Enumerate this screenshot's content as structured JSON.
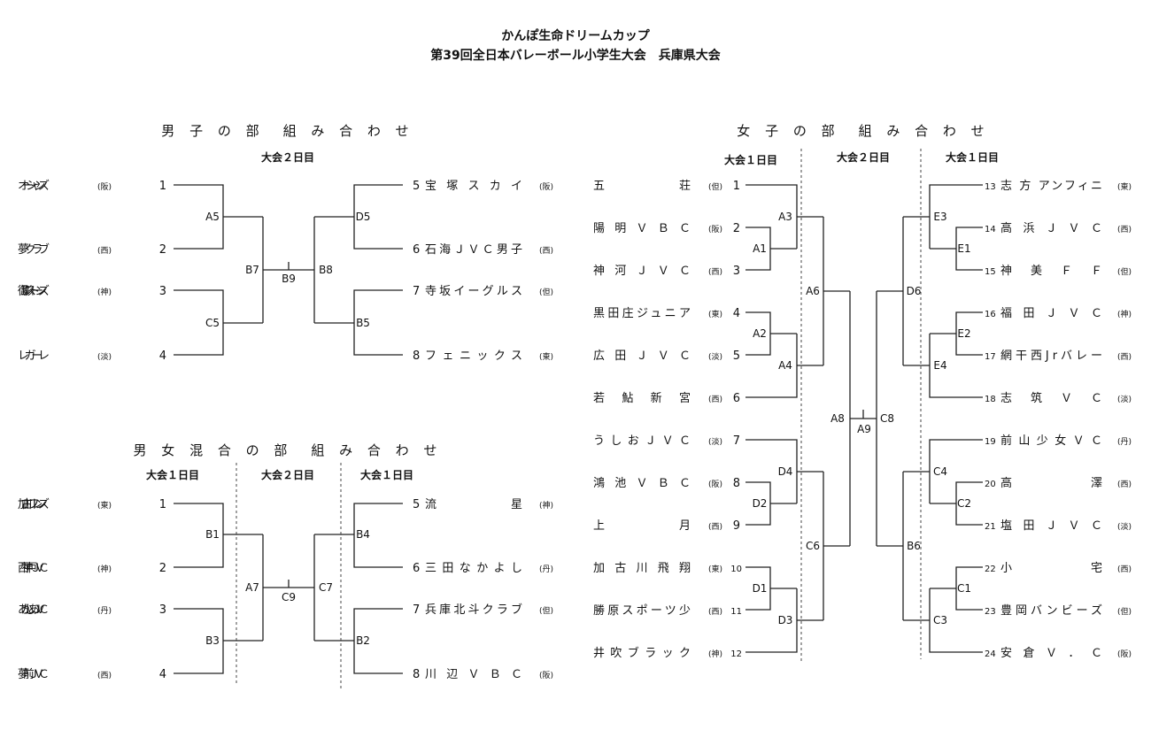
{
  "header": {
    "line1": "かんぽ生命ドリームカップ",
    "line2": "第39回全日本バレーボール小学生大会　兵庫県大会"
  },
  "boys": {
    "title": "男 子 の 部　組 み 合 わ せ",
    "days": [
      "大会２日目"
    ],
    "teams": [
      {
        "seed": "1",
        "name": "オーシャンズ",
        "aff": "(阪)"
      },
      {
        "seed": "2",
        "name": "夢 ク ラ ブ",
        "aff": "(西)"
      },
      {
        "seed": "3",
        "name": "御影ストーンズ",
        "aff": "(神)"
      },
      {
        "seed": "4",
        "name": "レ ガ ー レ",
        "aff": "(淡)"
      },
      {
        "seed": "5",
        "name": "宝 塚 ス カ イ",
        "aff": "(阪)"
      },
      {
        "seed": "6",
        "name": "石海ＪＶＣ男子",
        "aff": "(西)"
      },
      {
        "seed": "7",
        "name": "寺坂イーグルス",
        "aff": "(但)"
      },
      {
        "seed": "8",
        "name": "フェニックス",
        "aff": "(東)"
      }
    ],
    "nodes": [
      "A5",
      "C5",
      "B7",
      "B9",
      "B8",
      "D5",
      "B5"
    ]
  },
  "mixed": {
    "title": "男 女 混 合 の 部　組 み 合 わ せ",
    "days": [
      "大会１日目",
      "大会２日目",
      "大会１日目"
    ],
    "teams": [
      {
        "seed": "1",
        "name": "加古川フレンズ",
        "aff": "(東)"
      },
      {
        "seed": "2",
        "name": "西 神 戸 Ｊ Ｖ Ｃ",
        "aff": "(神)"
      },
      {
        "seed": "3",
        "name": "あかしあＪＶＣ",
        "aff": "(丹)"
      },
      {
        "seed": "4",
        "name": "夢 前 Ｊ Ｖ Ｃ",
        "aff": "(西)"
      },
      {
        "seed": "5",
        "name": "流　　　　星",
        "aff": "(神)"
      },
      {
        "seed": "6",
        "name": "三 田 な か よ し",
        "aff": "(丹)"
      },
      {
        "seed": "7",
        "name": "兵庫北斗クラブ",
        "aff": "(但)"
      },
      {
        "seed": "8",
        "name": "川 辺 Ｖ Ｂ Ｃ",
        "aff": "(阪)"
      }
    ],
    "nodes": [
      "B1",
      "B3",
      "A7",
      "C9",
      "C7",
      "B4",
      "B2"
    ]
  },
  "girls": {
    "title": "女 子 の 部　組 み 合 わ せ",
    "days": [
      "大会１日目",
      "大会２日目",
      "大会１日目"
    ],
    "teams": [
      {
        "seed": "1",
        "name": "五　　　　荘",
        "aff": "(但)"
      },
      {
        "seed": "2",
        "name": "陽 明 Ｖ Ｂ Ｃ",
        "aff": "(阪)"
      },
      {
        "seed": "3",
        "name": "神 河 Ｊ Ｖ Ｃ",
        "aff": "(西)"
      },
      {
        "seed": "4",
        "name": "黒田庄ジュニア",
        "aff": "(東)"
      },
      {
        "seed": "5",
        "name": "広 田 Ｊ Ｖ Ｃ",
        "aff": "(淡)"
      },
      {
        "seed": "6",
        "name": "若 鮎 新 宮",
        "aff": "(西)"
      },
      {
        "seed": "7",
        "name": "うしおＪＶＣ",
        "aff": "(淡)"
      },
      {
        "seed": "8",
        "name": "鴻 池 Ｖ Ｂ Ｃ",
        "aff": "(阪)"
      },
      {
        "seed": "9",
        "name": "上　　　　月",
        "aff": "(西)"
      },
      {
        "seed": "10",
        "name": "加 古 川 飛 翔",
        "aff": "(東)"
      },
      {
        "seed": "11",
        "name": "勝原スポーツ少",
        "aff": "(西)"
      },
      {
        "seed": "12",
        "name": "井 吹 ブ ラ ッ ク",
        "aff": "(神)"
      },
      {
        "seed": "13",
        "name": "志 方 アンフィニ",
        "aff": "(東)"
      },
      {
        "seed": "14",
        "name": "高 浜 Ｊ Ｖ Ｃ",
        "aff": "(西)"
      },
      {
        "seed": "15",
        "name": "神 美 Ｆ Ｆ",
        "aff": "(但)"
      },
      {
        "seed": "16",
        "name": "福 田 Ｊ Ｖ Ｃ",
        "aff": "(神)"
      },
      {
        "seed": "17",
        "name": "網干西Jrバレー",
        "aff": "(西)"
      },
      {
        "seed": "18",
        "name": "志 筑 Ｖ Ｃ",
        "aff": "(淡)"
      },
      {
        "seed": "19",
        "name": "前 山 少 女 Ｖ Ｃ",
        "aff": "(丹)"
      },
      {
        "seed": "20",
        "name": "高　　　　澤",
        "aff": "(西)"
      },
      {
        "seed": "21",
        "name": "塩 田 Ｊ Ｖ Ｃ",
        "aff": "(淡)"
      },
      {
        "seed": "22",
        "name": "小　　　　宅",
        "aff": "(西)"
      },
      {
        "seed": "23",
        "name": "豊岡バンビーズ",
        "aff": "(但)"
      },
      {
        "seed": "24",
        "name": "安 倉 Ｖ ． Ｃ",
        "aff": "(阪)"
      }
    ],
    "nodes": [
      "A1",
      "A3",
      "A2",
      "A4",
      "D2",
      "D4",
      "D1",
      "D3",
      "A6",
      "C6",
      "A8",
      "A9",
      "C8",
      "E1",
      "E3",
      "E2",
      "E4",
      "C2",
      "C4",
      "C1",
      "C3",
      "D6",
      "B6"
    ]
  }
}
